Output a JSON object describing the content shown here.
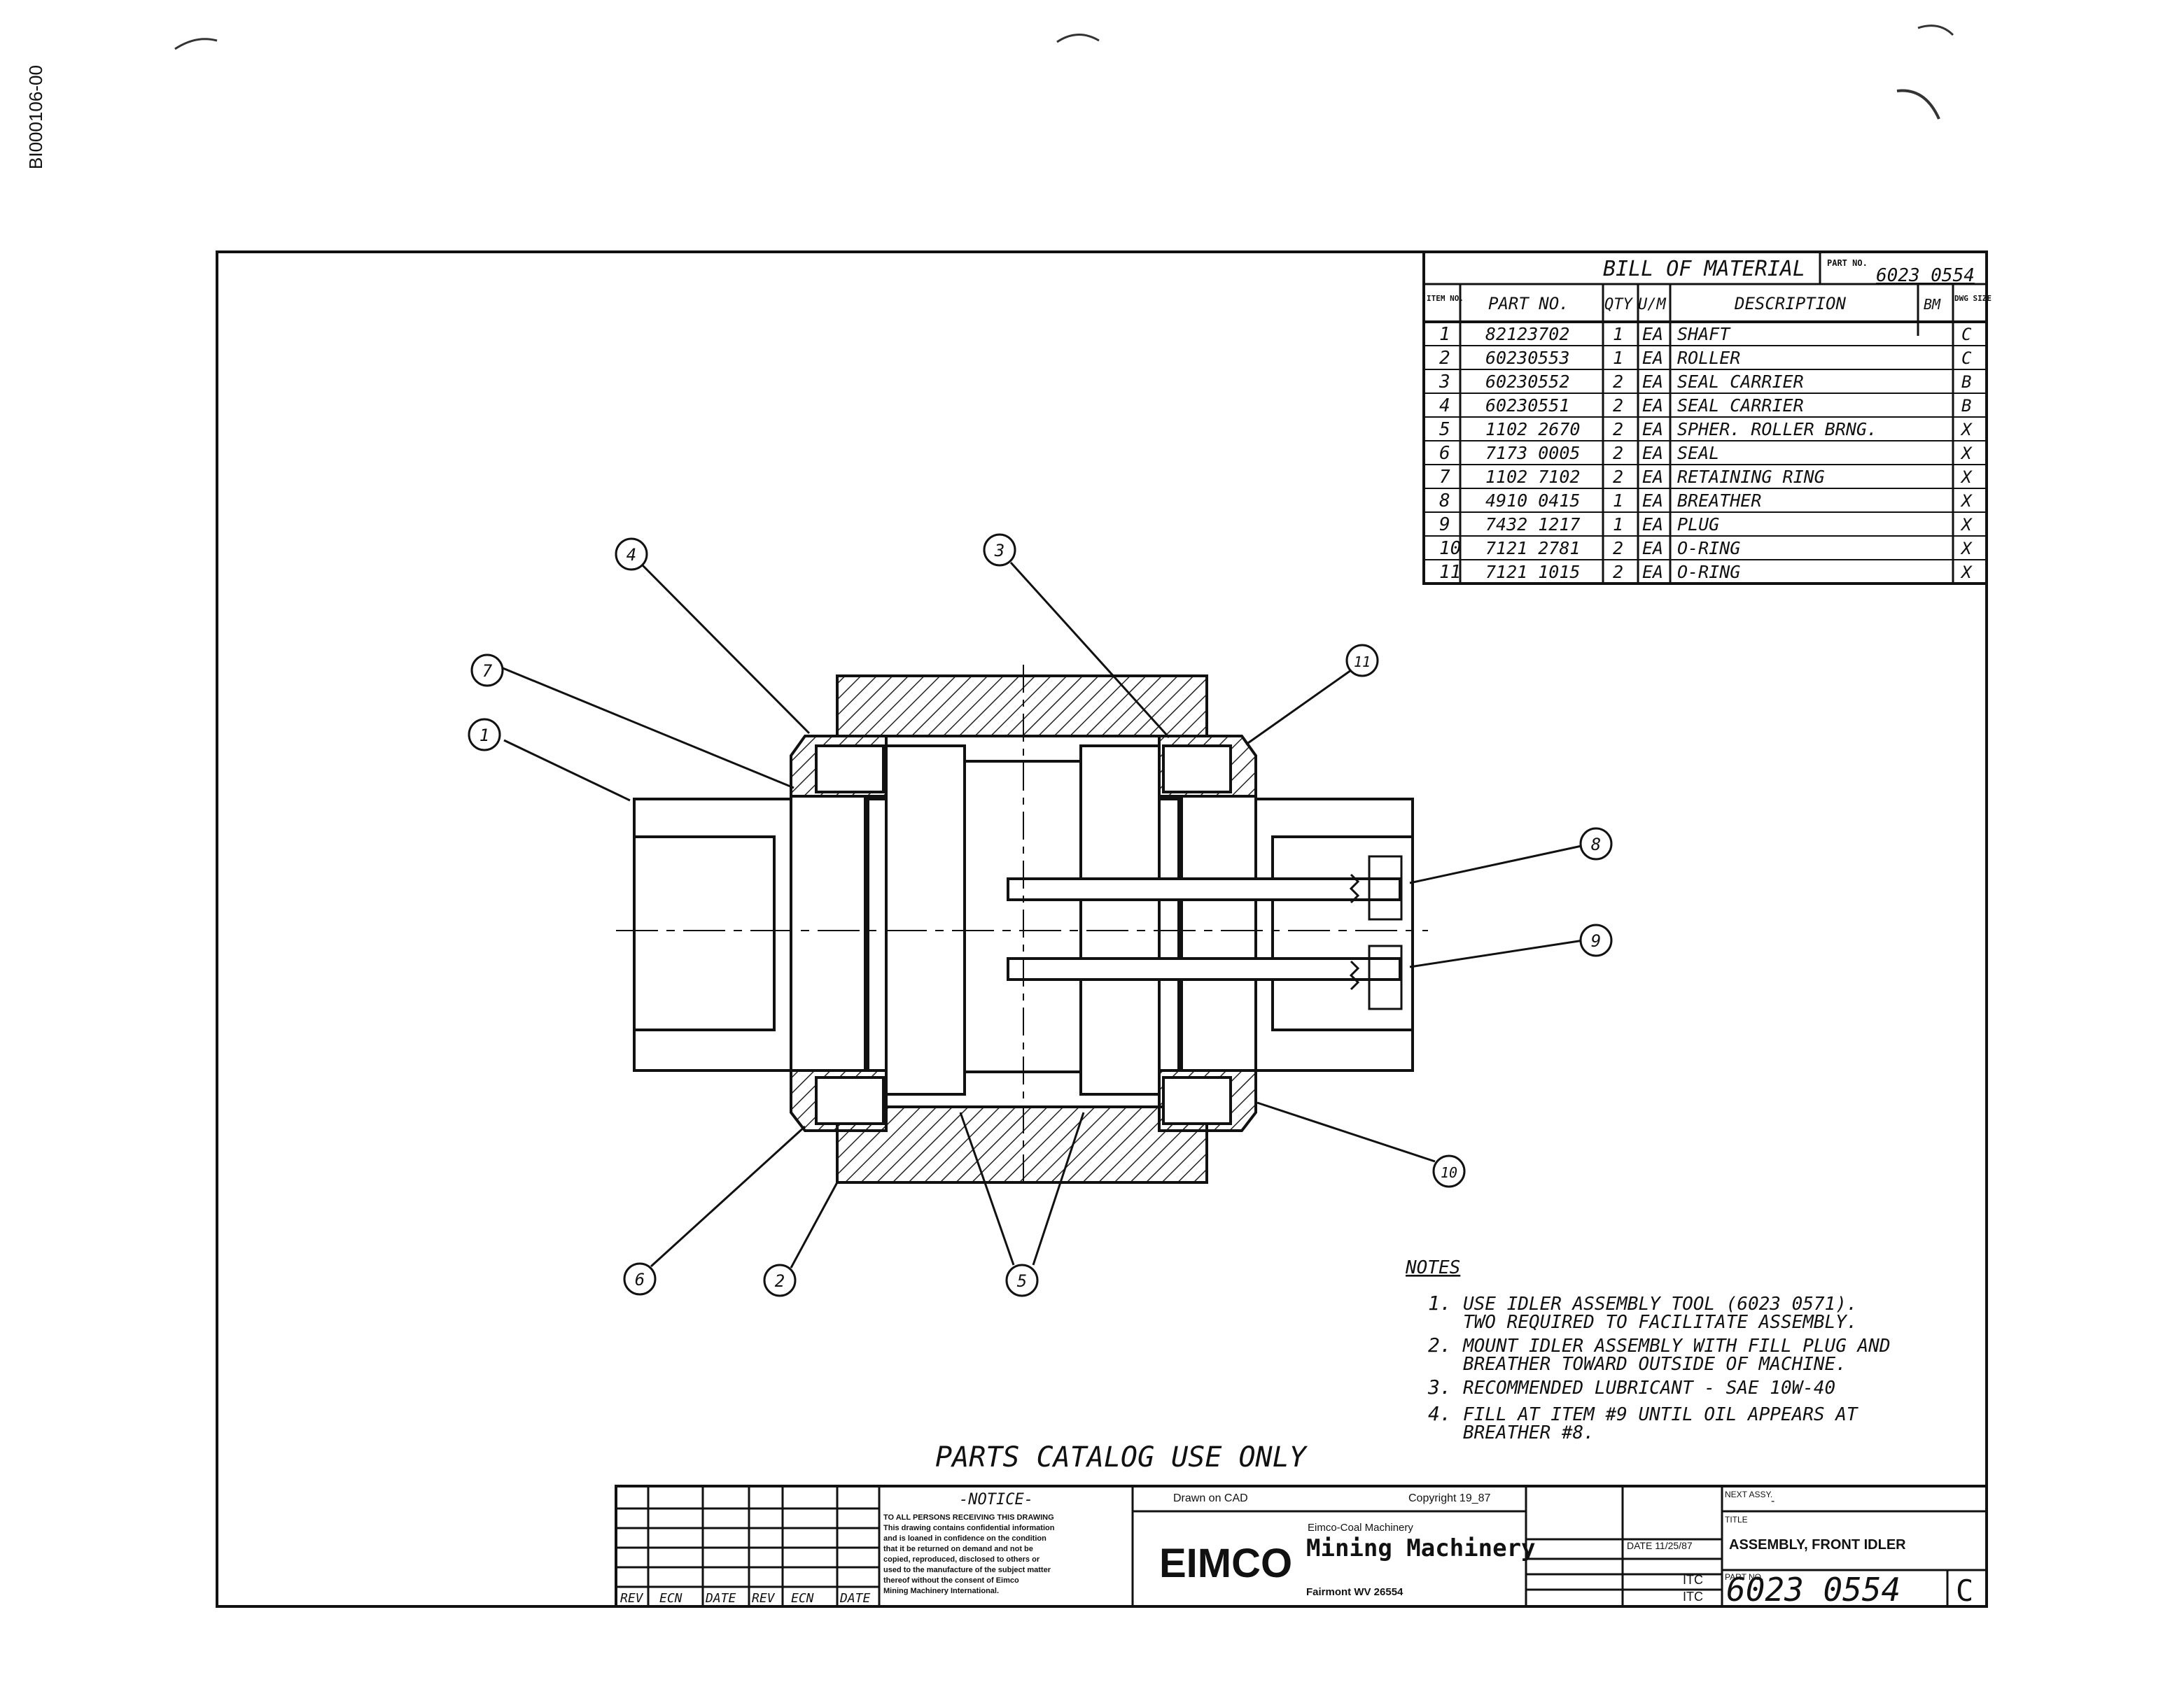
{
  "side_code": "BI000106-00",
  "bom": {
    "title": "BILL OF MATERIAL",
    "part_no_label": "PART NO.",
    "part_no_value": "6023 0554",
    "headers": {
      "item": "ITEM NO.",
      "part_no": "PART NO.",
      "qty": "QTY",
      "um": "U/M",
      "description": "DESCRIPTION",
      "bm": "BM",
      "dwg_size": "DWG SIZE"
    },
    "rows": [
      {
        "item": "1",
        "part": "82123702",
        "qty": "1",
        "um": "EA",
        "desc": "SHAFT",
        "size": "C"
      },
      {
        "item": "2",
        "part": "60230553",
        "qty": "1",
        "um": "EA",
        "desc": "ROLLER",
        "size": "C"
      },
      {
        "item": "3",
        "part": "60230552",
        "qty": "2",
        "um": "EA",
        "desc": "SEAL CARRIER",
        "size": "B"
      },
      {
        "item": "4",
        "part": "60230551",
        "qty": "2",
        "um": "EA",
        "desc": "SEAL CARRIER",
        "size": "B"
      },
      {
        "item": "5",
        "part": "1102 2670",
        "qty": "2",
        "um": "EA",
        "desc": "SPHER. ROLLER BRNG.",
        "size": "X"
      },
      {
        "item": "6",
        "part": "7173 0005",
        "qty": "2",
        "um": "EA",
        "desc": "SEAL",
        "size": "X"
      },
      {
        "item": "7",
        "part": "1102 7102",
        "qty": "2",
        "um": "EA",
        "desc": "RETAINING RING",
        "size": "X"
      },
      {
        "item": "8",
        "part": "4910 0415",
        "qty": "1",
        "um": "EA",
        "desc": "BREATHER",
        "size": "X"
      },
      {
        "item": "9",
        "part": "7432 1217",
        "qty": "1",
        "um": "EA",
        "desc": "PLUG",
        "size": "X"
      },
      {
        "item": "10",
        "part": "7121 2781",
        "qty": "2",
        "um": "EA",
        "desc": "O-RING",
        "size": "X"
      },
      {
        "item": "11",
        "part": "7121 1015",
        "qty": "2",
        "um": "EA",
        "desc": "O-RING",
        "size": "X"
      }
    ]
  },
  "balloons": [
    "1",
    "2",
    "3",
    "4",
    "5",
    "6",
    "7",
    "8",
    "9",
    "10",
    "11"
  ],
  "notes": {
    "heading": "NOTES",
    "items": [
      {
        "num": "1.",
        "lines": [
          "USE IDLER ASSEMBLY TOOL (6023 0571).",
          "TWO REQUIRED TO FACILITATE ASSEMBLY."
        ]
      },
      {
        "num": "2.",
        "lines": [
          "MOUNT IDLER ASSEMBLY WITH FILL PLUG AND",
          "BREATHER TOWARD OUTSIDE OF MACHINE."
        ]
      },
      {
        "num": "3.",
        "lines": [
          "RECOMMENDED LUBRICANT - SAE 10W-40"
        ]
      },
      {
        "num": "4.",
        "lines": [
          "FILL AT ITEM #9 UNTIL OIL APPEARS AT",
          "BREATHER #8."
        ]
      }
    ]
  },
  "stamp": "PARTS CATALOG USE ONLY",
  "title_block": {
    "rev_headers": [
      "REV",
      "ECN",
      "DATE",
      "REV",
      "ECN",
      "DATE"
    ],
    "notice_title": "-NOTICE-",
    "notice_lines": [
      "TO ALL PERSONS RECEIVING THIS DRAWING",
      "This drawing contains confidential information",
      "and is loaned in confidence on the condition",
      "that it be returned on demand and not be",
      "copied, reproduced, disclosed to others or",
      "used to the manufacture of the subject matter",
      "thereof without the consent of Eimco",
      "Mining Machinery International."
    ],
    "drawn_on": "Drawn on CAD",
    "copyright": "Copyright 19_87",
    "logo": "EIMCO",
    "company_small": "Eimco-Coal Machinery",
    "company": "Mining Machinery",
    "location": "Fairmont WV 26554",
    "date": "DATE 11/25/87",
    "drawn_by": "ITC",
    "checked_by": "ITC",
    "next_assy_label": "NEXT ASSY.",
    "next_assy_value": "-",
    "title_label": "TITLE",
    "title_value": "ASSEMBLY, FRONT IDLER",
    "part_no_label": "PART NO.",
    "part_no": "6023 0554",
    "rev": "C"
  }
}
